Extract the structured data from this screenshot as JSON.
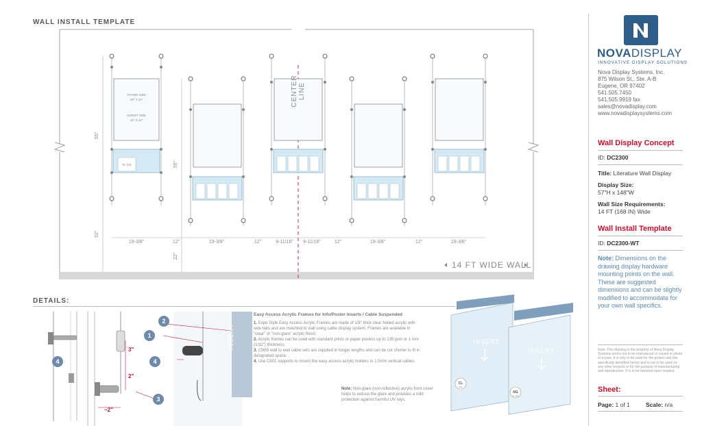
{
  "header": {
    "title": "WALL INSTALL TEMPLATE",
    "details_title": "DETAILS:"
  },
  "drawing": {
    "center_line": "CENTER LINE",
    "wall_label": "14 FT WIDE WALL",
    "vert_dims": [
      "55\"",
      "32\"",
      "55\"",
      "22\""
    ],
    "horiz_dims": [
      "19-3/8\"",
      "12\"",
      "19-3/8\"",
      "12\"",
      "9-11/16\"",
      "9-11/16\"",
      "12\"",
      "19-3/8\"",
      "12\"",
      "19-3/8\""
    ],
    "frame_notes": [
      "FRAME SIZE",
      "19\" X 24\"",
      "INSERT SIZE",
      "18\" X 24\""
    ],
    "pocket_note": "8x 1x4"
  },
  "details": {
    "title": "Easy Access Acrylic Frames for Info/Poster Inserts / Cable Suspended",
    "items": [
      {
        "num": "1.",
        "text": "Expo Style Easy Access Acrylic Frames are made of 1/8\" thick clear folded acrylic with side tabs and are mounted to wall using cable display system. Frames are available in \"clear\" or \"non-glare\" acrylic finish."
      },
      {
        "num": "2.",
        "text": "Acrylic frames can be used with standard prints or paper posters up to 135 gsm or 1 mm (1/32\") thickness."
      },
      {
        "num": "3.",
        "text": "CWW wall to wall cable sets are supplied in longer lengths and can be cut shorter to fit in designated space."
      },
      {
        "num": "4.",
        "text": "Use C601 supports to mount the easy access acrylic holders to 1.5mm vertical cables."
      }
    ],
    "note_label": "Note:",
    "note_text": "Non-glare (non-reflective) acrylic front cover helps to reduce the glare and provides a mild protection against harmful UV rays.",
    "callouts": [
      "1",
      "2",
      "3",
      "4",
      "4"
    ],
    "dims": [
      "3\"",
      "2\"",
      "~2\""
    ],
    "insert_label": "INSERT",
    "finish_badges": [
      {
        "code": "CL",
        "sub": "clear"
      },
      {
        "code": "NG",
        "sub": "non-glare"
      }
    ]
  },
  "sidebar": {
    "brand": "NOVADISPLAY",
    "brand_bold": "NOVA",
    "brand_light": "DISPLAY",
    "tagline": "INNOVATIVE DISPLAY SOLUTIONS",
    "address": [
      "Nova Display Systems, Inc.",
      "875 Wilson St., Ste. A-B",
      "Eugene, OR 97402",
      "541.505.7450",
      "541.505.9919 fax",
      "sales@novadisplay.com",
      "www.novadisplaysystems.com"
    ],
    "concept_heading": "Wall Display Concept",
    "id_label": "ID:",
    "concept_id": "DC2300",
    "title_label": "Title:",
    "title_value": "Literature Wall Display",
    "size_label": "Display Size:",
    "size_value": "57\"H x 148\"W",
    "wall_req_label": "Wall Size Requirements:",
    "wall_req_value": "14 FT (168 IN) Wide",
    "template_heading": "Wall Install Template",
    "template_id": "DC2300-WT",
    "note_label": "Note:",
    "note_text": "Dimensions on the drawing display hardware mounting points on the wall. These are suggested dimensions and can be slightly modified to accommodate for your own wall specifics.",
    "small_note": "Note: This drawing is the property of Nova Display Systems and is not to be reproduced or copied in whole or in part. It is only to be used for the project and site specifically identified herein and is not to be used on any other projects or for the purpose of manufacturing and reproduction. It is to be returned upon request.",
    "sheet_heading": "Sheet:",
    "page_label": "Page:",
    "page_value": "1 of 1",
    "scale_label": "Scale:",
    "scale_value": "n/a"
  },
  "colors": {
    "accent": "#c8102e",
    "brand": "#2f5d8a",
    "frame_blue": "#d6eaf5",
    "wall_floor": "#d9d9d9"
  }
}
